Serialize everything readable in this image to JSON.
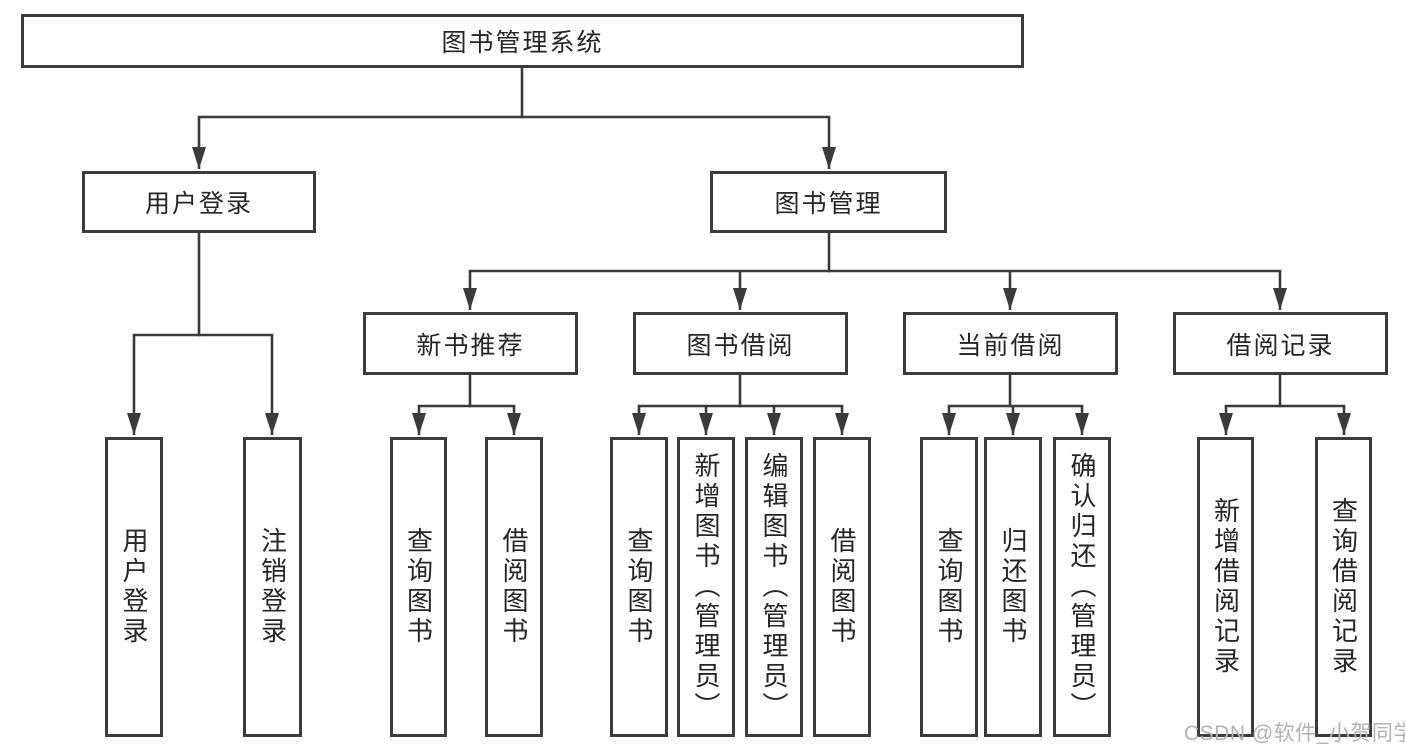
{
  "colors": {
    "line": "#3b3b3b",
    "text": "#262626",
    "background": "#ffffff",
    "watermark": "#b3b3b3"
  },
  "watermark": {
    "text": "CSDN @软件_小贺同学"
  },
  "tree": {
    "root": {
      "label": "图书管理系统",
      "children": [
        {
          "label": "用户登录",
          "children": [
            {
              "label": "用户登录"
            },
            {
              "label": "注销登录"
            }
          ]
        },
        {
          "label": "图书管理",
          "children": [
            {
              "label": "新书推荐",
              "children": [
                {
                  "label": "查询图书"
                },
                {
                  "label": "借阅图书"
                }
              ]
            },
            {
              "label": "图书借阅",
              "children": [
                {
                  "label": "查询图书"
                },
                {
                  "label": "新增图书（管理员）"
                },
                {
                  "label": "编辑图书（管理员）"
                },
                {
                  "label": "借阅图书"
                }
              ]
            },
            {
              "label": "当前借阅",
              "children": [
                {
                  "label": "查询图书"
                },
                {
                  "label": "归还图书"
                },
                {
                  "label": "确认归还（管理员）"
                }
              ]
            },
            {
              "label": "借阅记录",
              "children": [
                {
                  "label": "新增借阅记录"
                },
                {
                  "label": "查询借阅记录"
                }
              ]
            }
          ]
        }
      ]
    }
  }
}
